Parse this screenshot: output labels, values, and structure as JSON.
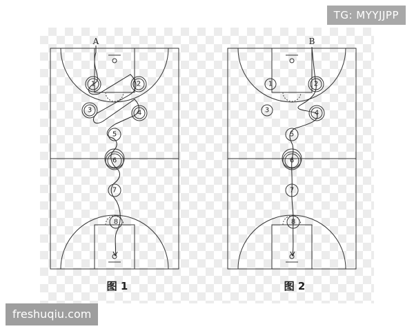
{
  "watermark_top": "TG: MYYJJPP",
  "watermark_bottom": "freshuqiu.com",
  "figures": [
    {
      "court_label": "A",
      "caption": "图 1"
    },
    {
      "court_label": "B",
      "caption": "图 2"
    }
  ],
  "stations": [
    "1",
    "2",
    "3",
    "4",
    "5",
    "6",
    "7",
    "8"
  ]
}
